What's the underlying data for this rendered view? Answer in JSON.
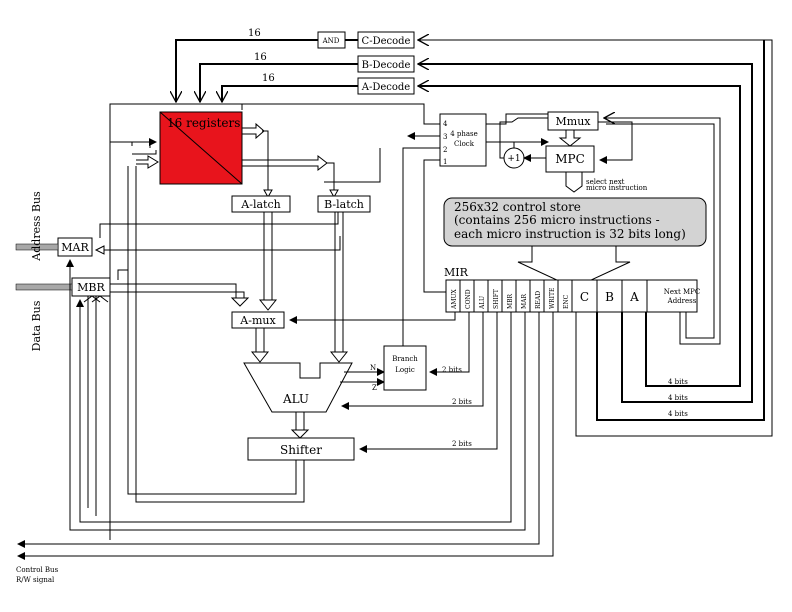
{
  "colors": {
    "registers": "#e8141c",
    "control_store": "#d3d3d3",
    "bus": "#a8a8a8"
  },
  "labels": {
    "registers": "16 registers",
    "a_latch": "A-latch",
    "b_latch": "B-latch",
    "a_mux": "A-mux",
    "alu": "ALU",
    "shifter": "Shifter",
    "mar": "MAR",
    "mbr": "MBR",
    "address_bus": "Address Bus",
    "data_bus": "Data Bus",
    "control_bus_1": "Control Bus",
    "control_bus_2": "R/W signal",
    "and_gate": "AND",
    "c_decode": "C-Decode",
    "b_decode": "B-Decode",
    "a_decode": "A-Decode",
    "bus_width_c": "16",
    "bus_width_b": "16",
    "bus_width_a": "16",
    "clock_1": "4 phase",
    "clock_2": "Clock",
    "clock_phase_4": "4",
    "clock_phase_3": "3",
    "clock_phase_2": "2",
    "clock_phase_1": "1",
    "mmux": "Mmux",
    "mpc": "MPC",
    "incrementer": "+1",
    "select_1": "select next",
    "select_2": "micro instruction",
    "store_line_1": "256x32 control store",
    "store_line_2": "(contains 256 micro instructions -",
    "store_line_3": "each micro instruction is 32 bits long)",
    "mir": "MIR",
    "branch_1": "Branch",
    "branch_2": "Logic",
    "flag_n": "N",
    "flag_z": "Z",
    "two_bits_branch": "2 bits",
    "two_bits_alu": "2 bits",
    "two_bits_shifter": "2 bits",
    "four_bits_a": "4 bits",
    "four_bits_b": "4 bits",
    "four_bits_c": "4 bits",
    "next_addr_1": "Next MPC",
    "next_addr_2": "Address"
  },
  "mir_fields": [
    "AMUX",
    "COND",
    "ALU",
    "SHIFT",
    "MBR",
    "MAR",
    "READ",
    "WRITE",
    "ENC"
  ],
  "mir_big_fields": [
    "C",
    "B",
    "A"
  ]
}
